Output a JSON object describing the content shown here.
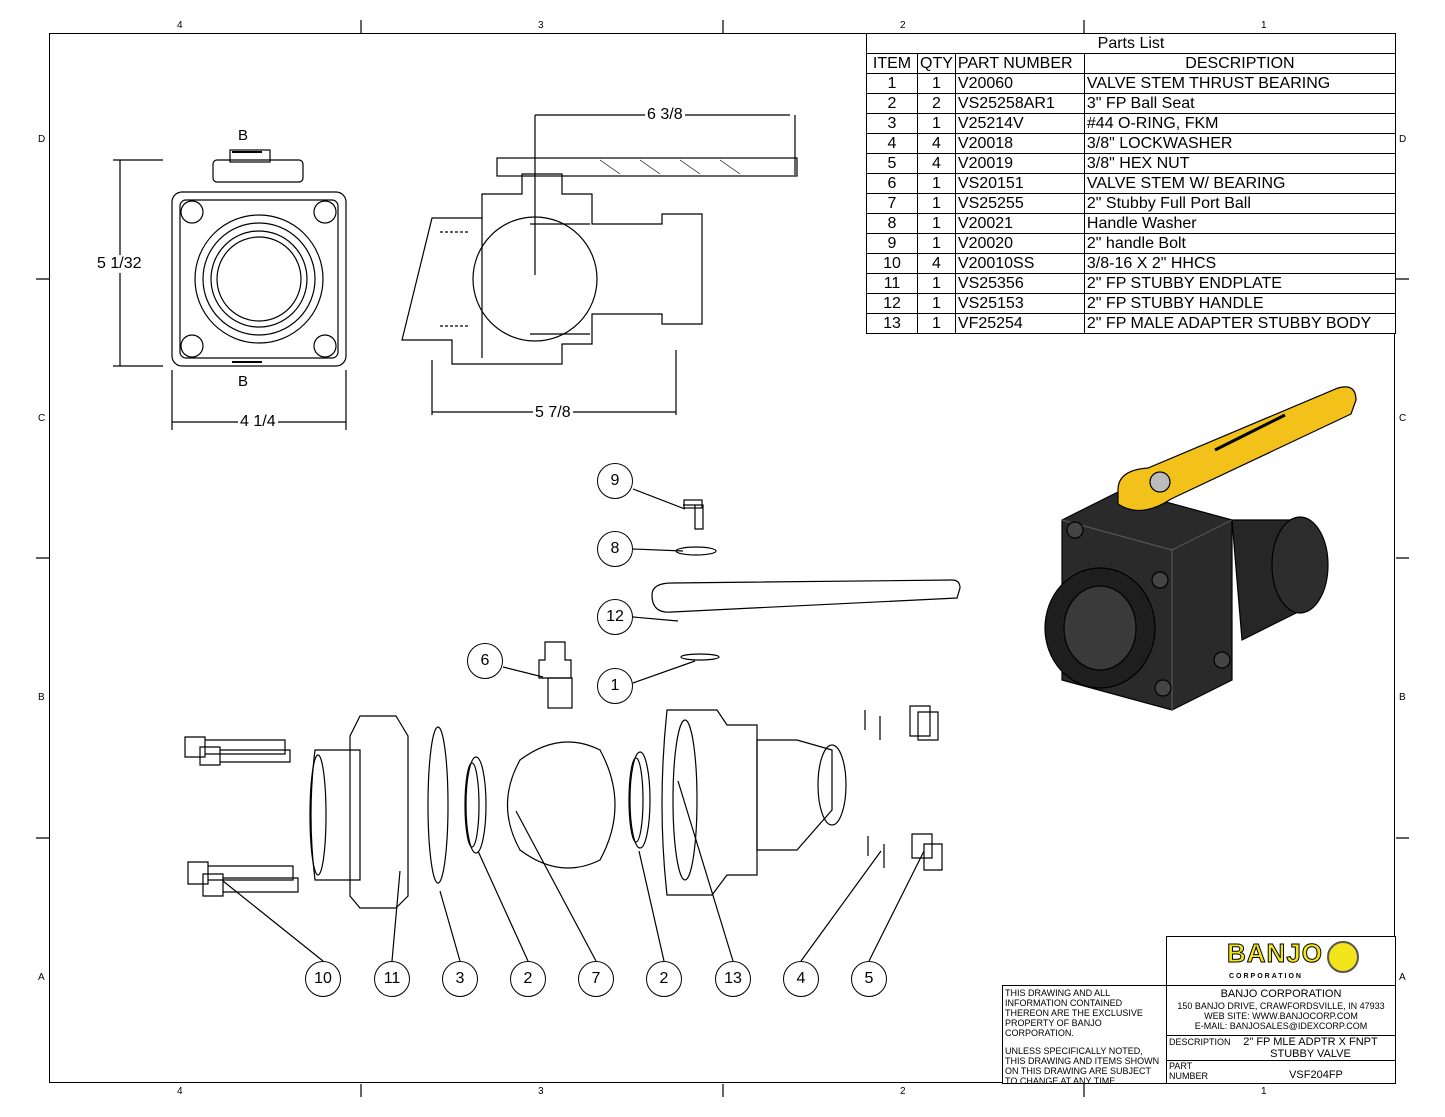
{
  "zones": {
    "columns": [
      "4",
      "3",
      "2",
      "1"
    ],
    "rows": [
      "D",
      "C",
      "B",
      "A"
    ]
  },
  "parts_list": {
    "title": "Parts List",
    "headers": [
      "ITEM",
      "QTY",
      "PART NUMBER",
      "DESCRIPTION"
    ],
    "rows": [
      [
        "1",
        "1",
        "V20060",
        "VALVE STEM THRUST BEARING"
      ],
      [
        "2",
        "2",
        "VS25258AR1",
        "3\" FP Ball Seat"
      ],
      [
        "3",
        "1",
        "V25214V",
        "#44 O-RING, FKM"
      ],
      [
        "4",
        "4",
        "V20018",
        "3/8\" LOCKWASHER"
      ],
      [
        "5",
        "4",
        "V20019",
        "3/8\" HEX NUT"
      ],
      [
        "6",
        "1",
        "VS20151",
        "VALVE STEM W/ BEARING"
      ],
      [
        "7",
        "1",
        "VS25255",
        "2\" Stubby Full Port Ball"
      ],
      [
        "8",
        "1",
        "V20021",
        "Handle Washer"
      ],
      [
        "9",
        "1",
        "V20020",
        "2\" handle Bolt"
      ],
      [
        "10",
        "4",
        "V20010SS",
        "3/8-16 X 2\" HHCS"
      ],
      [
        "11",
        "1",
        "VS25356",
        "2\" FP STUBBY ENDPLATE"
      ],
      [
        "12",
        "1",
        "VS25153",
        "2\" FP STUBBY HANDLE"
      ],
      [
        "13",
        "1",
        "VF25254",
        "2\" FP MALE ADAPTER STUBBY BODY"
      ]
    ]
  },
  "dimensions": {
    "handle_length": "6 3/8",
    "height": "5 1/32",
    "width": "4 1/4",
    "length": "5 7/8",
    "section_label": "B"
  },
  "balloons": {
    "upper": [
      "9",
      "8",
      "12",
      "6",
      "1"
    ],
    "lower": [
      "10",
      "11",
      "3",
      "2",
      "7",
      "2",
      "13",
      "4",
      "5"
    ]
  },
  "title_block": {
    "logo_text": "BANJO",
    "logo_sub": "CORPORATION",
    "company": "BANJO CORPORATION",
    "address": "150 BANJO DRIVE, CRAWFORDSVILLE, IN 47933",
    "web": "WEB SITE: WWW.BANJOCORP.COM",
    "email": "E-MAIL: BANJOSALES@IDEXCORP.COM",
    "notice1": "THIS DRAWING AND ALL INFORMATION CONTAINED THEREON ARE THE EXCLUSIVE PROPERTY OF BANJO CORPORATION.",
    "notice2": "UNLESS SPECIFICALLY NOTED, THIS DRAWING AND ITEMS SHOWN ON THIS DRAWING ARE SUBJECT TO CHANGE AT ANY TIME.",
    "description_label": "DESCRIPTION",
    "description": "2\" FP MLE ADPTR X FNPT STUBBY VALVE",
    "part_number_label": "PART NUMBER",
    "part_number": "VSF204FP"
  },
  "colors": {
    "handle_yellow": "#f2c21b",
    "body_dark": "#222222"
  }
}
